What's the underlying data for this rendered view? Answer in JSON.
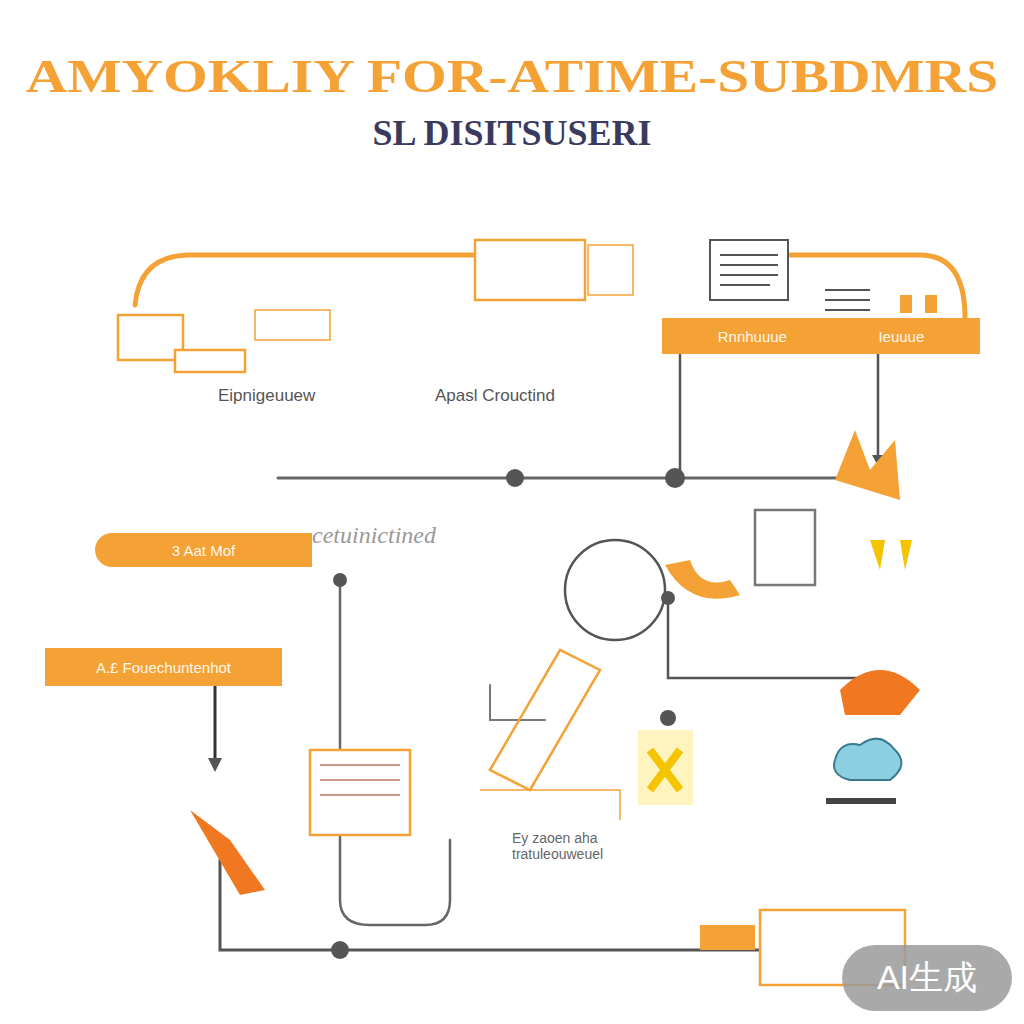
{
  "diagram": {
    "title": "AMYOKLIY FOR-ATIME-SUBDMRS",
    "nodes": [
      {
        "text": [
          "Rnnhuuue",
          "Ieuuue"
        ]
      },
      {
        "text": [
          "3 Aat Mof"
        ]
      },
      {
        "text": [
          "A.£ Fouechuntenhot"
        ]
      }
    ],
    "labels": [
      "SL DISITSUSERI",
      "Eipnigeuuew",
      "Apasl Crouctind",
      "cetuinictined",
      "Ey zaoen aha tratuleouweuel",
      "AI生成"
    ]
  }
}
